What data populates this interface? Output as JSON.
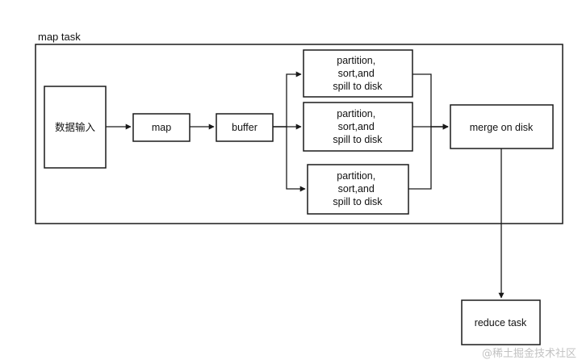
{
  "diagram": {
    "container": {
      "label": "map task"
    },
    "nodes": {
      "input": {
        "label": "数据输入"
      },
      "map": {
        "label": "map"
      },
      "buffer": {
        "label": "buffer"
      },
      "spill_1": {
        "lines": [
          "partition,",
          "sort,and",
          "spill to disk"
        ]
      },
      "spill_2": {
        "lines": [
          "partition,",
          "sort,and",
          "spill to disk"
        ]
      },
      "spill_3": {
        "lines": [
          "partition,",
          "sort,and",
          "spill to disk"
        ]
      },
      "merge": {
        "label": "merge on disk"
      },
      "reduce": {
        "label": "reduce task"
      }
    },
    "edges": [
      {
        "from": "input",
        "to": "map"
      },
      {
        "from": "map",
        "to": "buffer"
      },
      {
        "from": "buffer",
        "to": "spill_1"
      },
      {
        "from": "buffer",
        "to": "spill_2"
      },
      {
        "from": "buffer",
        "to": "spill_3"
      },
      {
        "from": "spill_1",
        "to": "merge"
      },
      {
        "from": "spill_2",
        "to": "merge"
      },
      {
        "from": "spill_3",
        "to": "merge"
      },
      {
        "from": "merge",
        "to": "reduce"
      }
    ]
  },
  "watermark": {
    "text": "@稀土掘金技术社区"
  },
  "colors": {
    "stroke": "#1a1a1a",
    "text": "#111111",
    "watermark": "#c2c2c2",
    "background": "#ffffff"
  }
}
